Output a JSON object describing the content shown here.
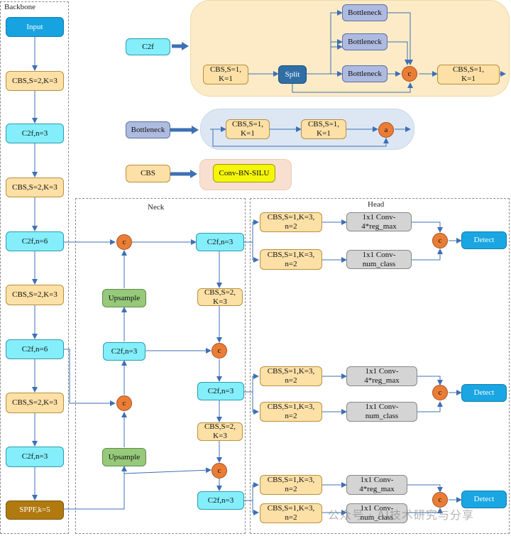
{
  "regions": {
    "backbone": "Backbone",
    "neck": "Neck",
    "head": "Head"
  },
  "legend": {
    "c2f": {
      "label": "C2f",
      "cbs1": "CBS,S=1,\nK=1",
      "split": "Split",
      "bottleneck1": "Bottleneck",
      "bottleneck2": "Bottleneck",
      "bottleneck3": "Bottleneck",
      "concat": "c",
      "cbs2": "CBS,S=1,\nK=1"
    },
    "bottleneck": {
      "label": "Bottleneck",
      "cbs1": "CBS,S=1,\nK=1",
      "cbs2": "CBS,S=1,\nK=1",
      "add": "a"
    },
    "cbs": {
      "label": "CBS",
      "expansion": "Conv-BN-SILU"
    }
  },
  "backbone": [
    "Input",
    "CBS,S=2,K=3",
    "C2f,n=3",
    "CBS,S=2,K=3",
    "C2f,n=6",
    "CBS,S=2,K=3",
    "C2f,n=6",
    "CBS,S=2,K=3",
    "C2f,n=3",
    "SPPF,k=5"
  ],
  "neck": {
    "concat": "c",
    "upsample1": "Upsample",
    "c2f_mid": "C2f,n=3",
    "upsample2": "Upsample",
    "c2f_p3": "C2f,n=3",
    "cbs_down1": "CBS,S=2,\nK=3",
    "c2f_p4": "C2f,n=3",
    "cbs_down2": "CBS,S=2,\nK=3",
    "c2f_p5": "C2f,n=3"
  },
  "head": {
    "cbs": "CBS,S=1,K=3,\nn=2",
    "conv_reg": "1x1 Conv-\n4*reg_max",
    "conv_cls": "1x1 Conv-\nnum_class",
    "concat": "c",
    "detect": "Detect"
  },
  "watermark": "公众号 · AI技术研究与分享"
}
